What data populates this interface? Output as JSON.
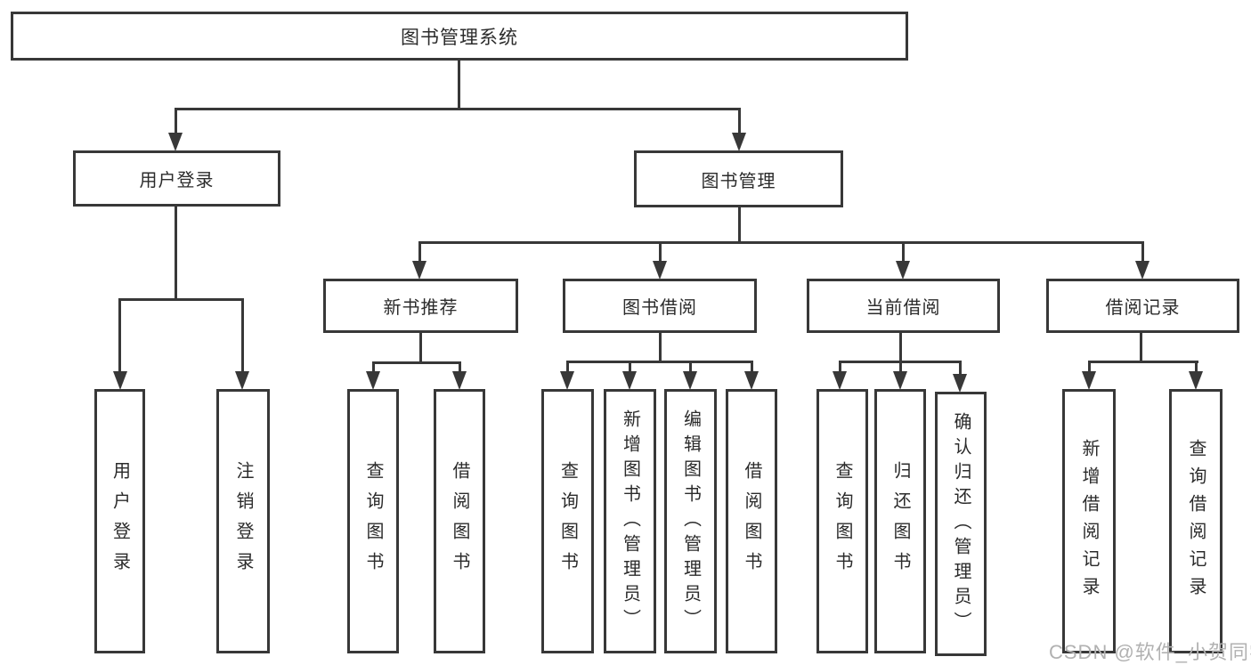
{
  "diagram": {
    "root": {
      "label": "图书管理系统"
    },
    "l2": [
      {
        "label": "用户登录",
        "children": [
          {
            "label": "用户登录"
          },
          {
            "label": "注销登录"
          }
        ]
      },
      {
        "label": "图书管理",
        "children": [
          {
            "label": "新书推荐",
            "children": [
              {
                "label": "查询图书"
              },
              {
                "label": "借阅图书"
              }
            ]
          },
          {
            "label": "图书借阅",
            "children": [
              {
                "label": "查询图书"
              },
              {
                "label": "新增图书（管理员）"
              },
              {
                "label": "编辑图书（管理员）"
              },
              {
                "label": "借阅图书"
              }
            ]
          },
          {
            "label": "当前借阅",
            "children": [
              {
                "label": "查询图书"
              },
              {
                "label": "归还图书"
              },
              {
                "label": "确认归还（管理员）"
              }
            ]
          },
          {
            "label": "借阅记录",
            "children": [
              {
                "label": "新增借阅记录"
              },
              {
                "label": "查询借阅记录"
              }
            ]
          }
        ]
      }
    ]
  },
  "watermark": {
    "text": "CSDN @软件_小贺同学"
  },
  "colors": {
    "line": "#383838",
    "text": "#2b2b2b",
    "watermark": "#b1b1b1",
    "background": "#ffffff"
  }
}
